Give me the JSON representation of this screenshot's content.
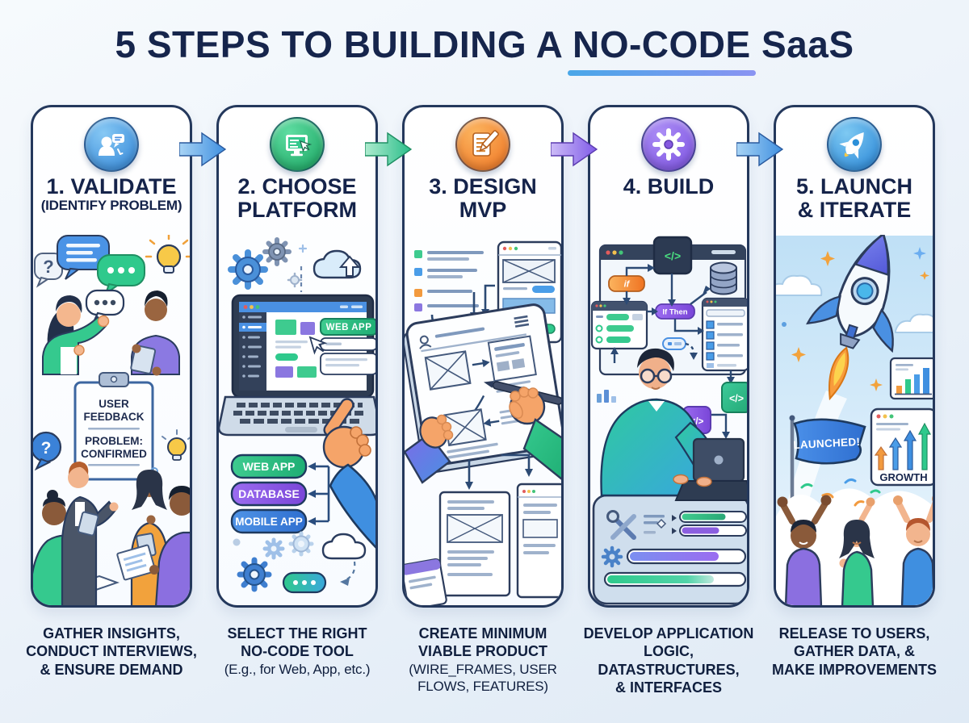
{
  "title": {
    "prefix": "5 STEPS TO BUILDING A",
    "highlight": "NO-CODE",
    "suffix": "SaaS"
  },
  "steps": [
    {
      "label": "1. VALIDATE",
      "sublabel": "(IDENTIFY PROBLEM)",
      "icon": "user-chat-icon",
      "caption": [
        "GATHER INSIGHTS,",
        "CONDUCT INTERVIEWS,",
        "& ENSURE DEMAND"
      ],
      "art": {
        "question_mark": "?",
        "clipboard": {
          "line1": "USER",
          "line2": "FEEDBACK",
          "line3": "PROBLEM:",
          "line4": "CONFIRMED"
        }
      }
    },
    {
      "label": "2. CHOOSE",
      "sublabel": "PLATFORM",
      "icon": "monitor-cursor-icon",
      "caption": [
        "SELECT THE RIGHT",
        "NO-CODE TOOL"
      ],
      "caption_note": "(E.g., for Web, App, etc.)",
      "art": {
        "screen_tag": "WEB APP",
        "pill1": "WEB APP",
        "pill2": "DATABASE",
        "pill3": "MOBILE APP"
      }
    },
    {
      "label": "3. DESIGN",
      "sublabel": "MVP",
      "icon": "notepad-pencil-icon",
      "caption": [
        "CREATE MINIMUM",
        "VIABLE PRODUCT"
      ],
      "caption_note": "(WIRE_FRAMES, USER FLOWS, FEATURES)"
    },
    {
      "label": "4. BUILD",
      "sublabel": "",
      "icon": "gear-icon",
      "caption": [
        "DEVELOP APPLICATION",
        "LOGIC,",
        "DATASTRUCTURES,",
        "& INTERFACES"
      ],
      "art": {
        "code": "</>",
        "if_label": "if",
        "if_then_label": "If Then"
      }
    },
    {
      "label": "5. LAUNCH",
      "sublabel": "& ITERATE",
      "icon": "rocket-icon",
      "caption": [
        "RELEASE TO USERS,",
        "GATHER DATA, &",
        "MAKE IMPROVEMENTS"
      ],
      "art": {
        "flag": "LAUNCHED!",
        "growth": "GROWTH"
      }
    }
  ],
  "colors": {
    "navy": "#16254c",
    "accent_blue": "#4a90e2",
    "accent_green": "#2fc98c",
    "accent_purple": "#8b5fe0",
    "accent_orange": "#f29a3e"
  }
}
